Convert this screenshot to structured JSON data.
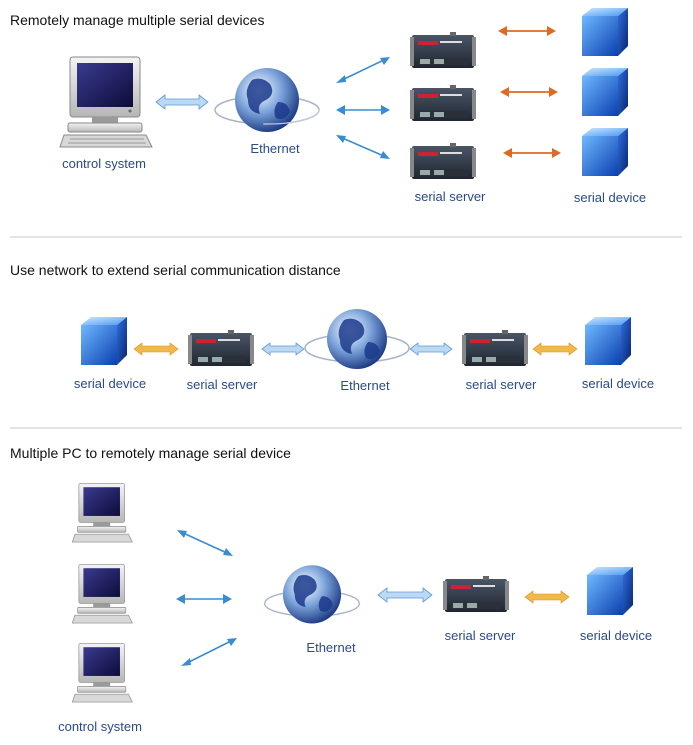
{
  "sections": [
    {
      "title": "Remotely manage multiple serial devices",
      "control_system_label": "control system",
      "ethernet_label": "Ethernet",
      "serial_server_label": "serial server",
      "serial_device_label": "serial device"
    },
    {
      "title": "Use network to extend serial communication distance",
      "serial_device_left_label": "serial device",
      "serial_server_left_label": "serial server",
      "ethernet_label": "Ethernet",
      "serial_server_right_label": "serial server",
      "serial_device_right_label": "serial device"
    },
    {
      "title": "Multiple PC to remotely manage serial device",
      "control_system_label": "control system",
      "ethernet_label": "Ethernet",
      "serial_server_label": "serial server",
      "serial_device_label": "serial device"
    }
  ],
  "icons": {
    "computer": "computer-icon",
    "globe": "globe-icon",
    "server": "serial-server-icon",
    "device": "serial-device-icon"
  },
  "colors": {
    "heading": "#111111",
    "label": "#2a4a8a",
    "link_blue": "#3a8cd0",
    "link_orange": "#e06a22",
    "link_yellow": "#e8a320"
  }
}
